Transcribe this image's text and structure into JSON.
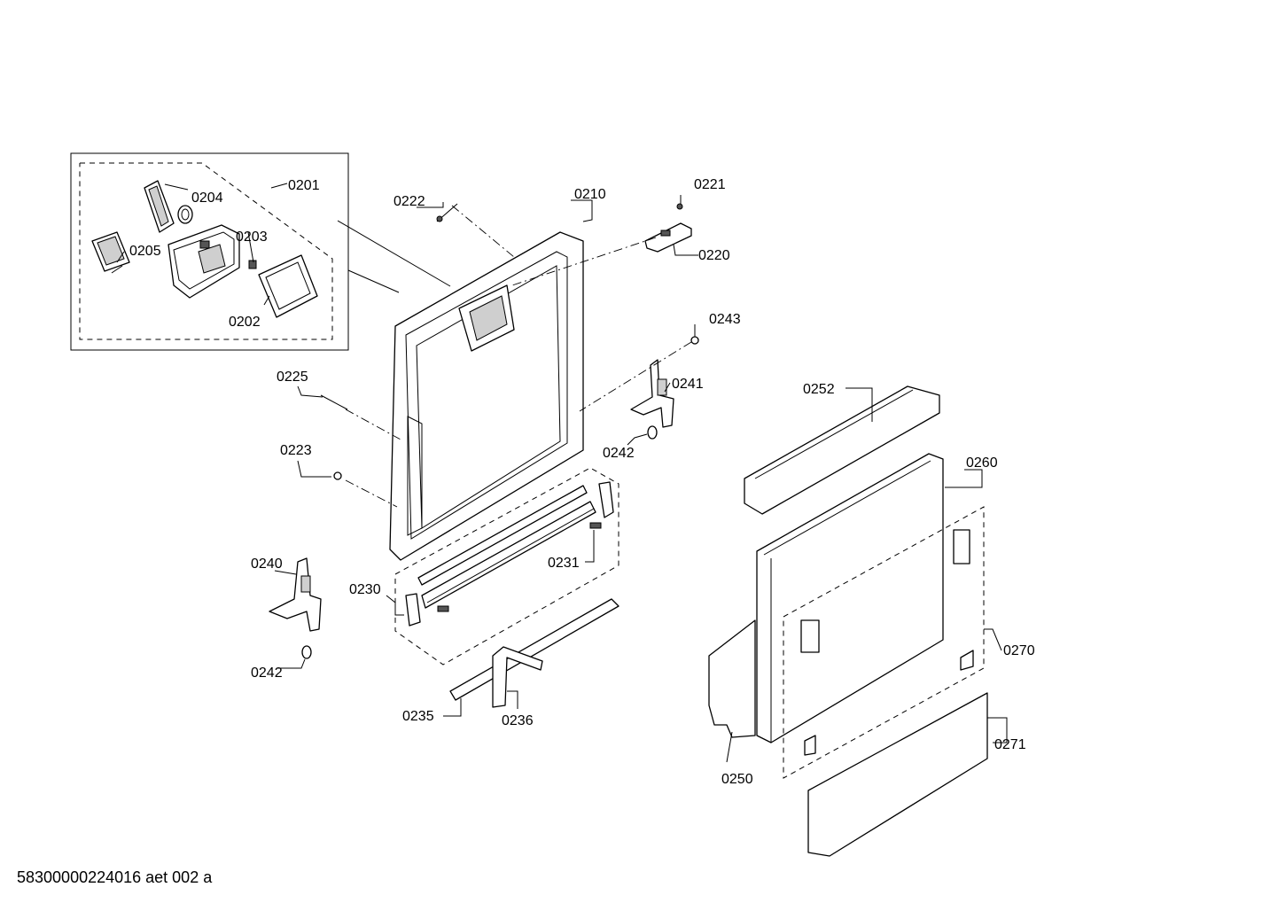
{
  "labels": {
    "p0201": "0201",
    "p0202": "0202",
    "p0203": "0203",
    "p0204": "0204",
    "p0205": "0205",
    "p0210": "0210",
    "p0220": "0220",
    "p0221": "0221",
    "p0222": "0222",
    "p0223": "0223",
    "p0225": "0225",
    "p0230": "0230",
    "p0231": "0231",
    "p0235": "0235",
    "p0236": "0236",
    "p0240": "0240",
    "p0241": "0241",
    "p0242a": "0242",
    "p0242b": "0242",
    "p0243": "0243",
    "p0250": "0250",
    "p0252": "0252",
    "p0260": "0260",
    "p0270": "0270",
    "p0271": "0271"
  },
  "doc_code": "58300000224016 aet 002 a"
}
